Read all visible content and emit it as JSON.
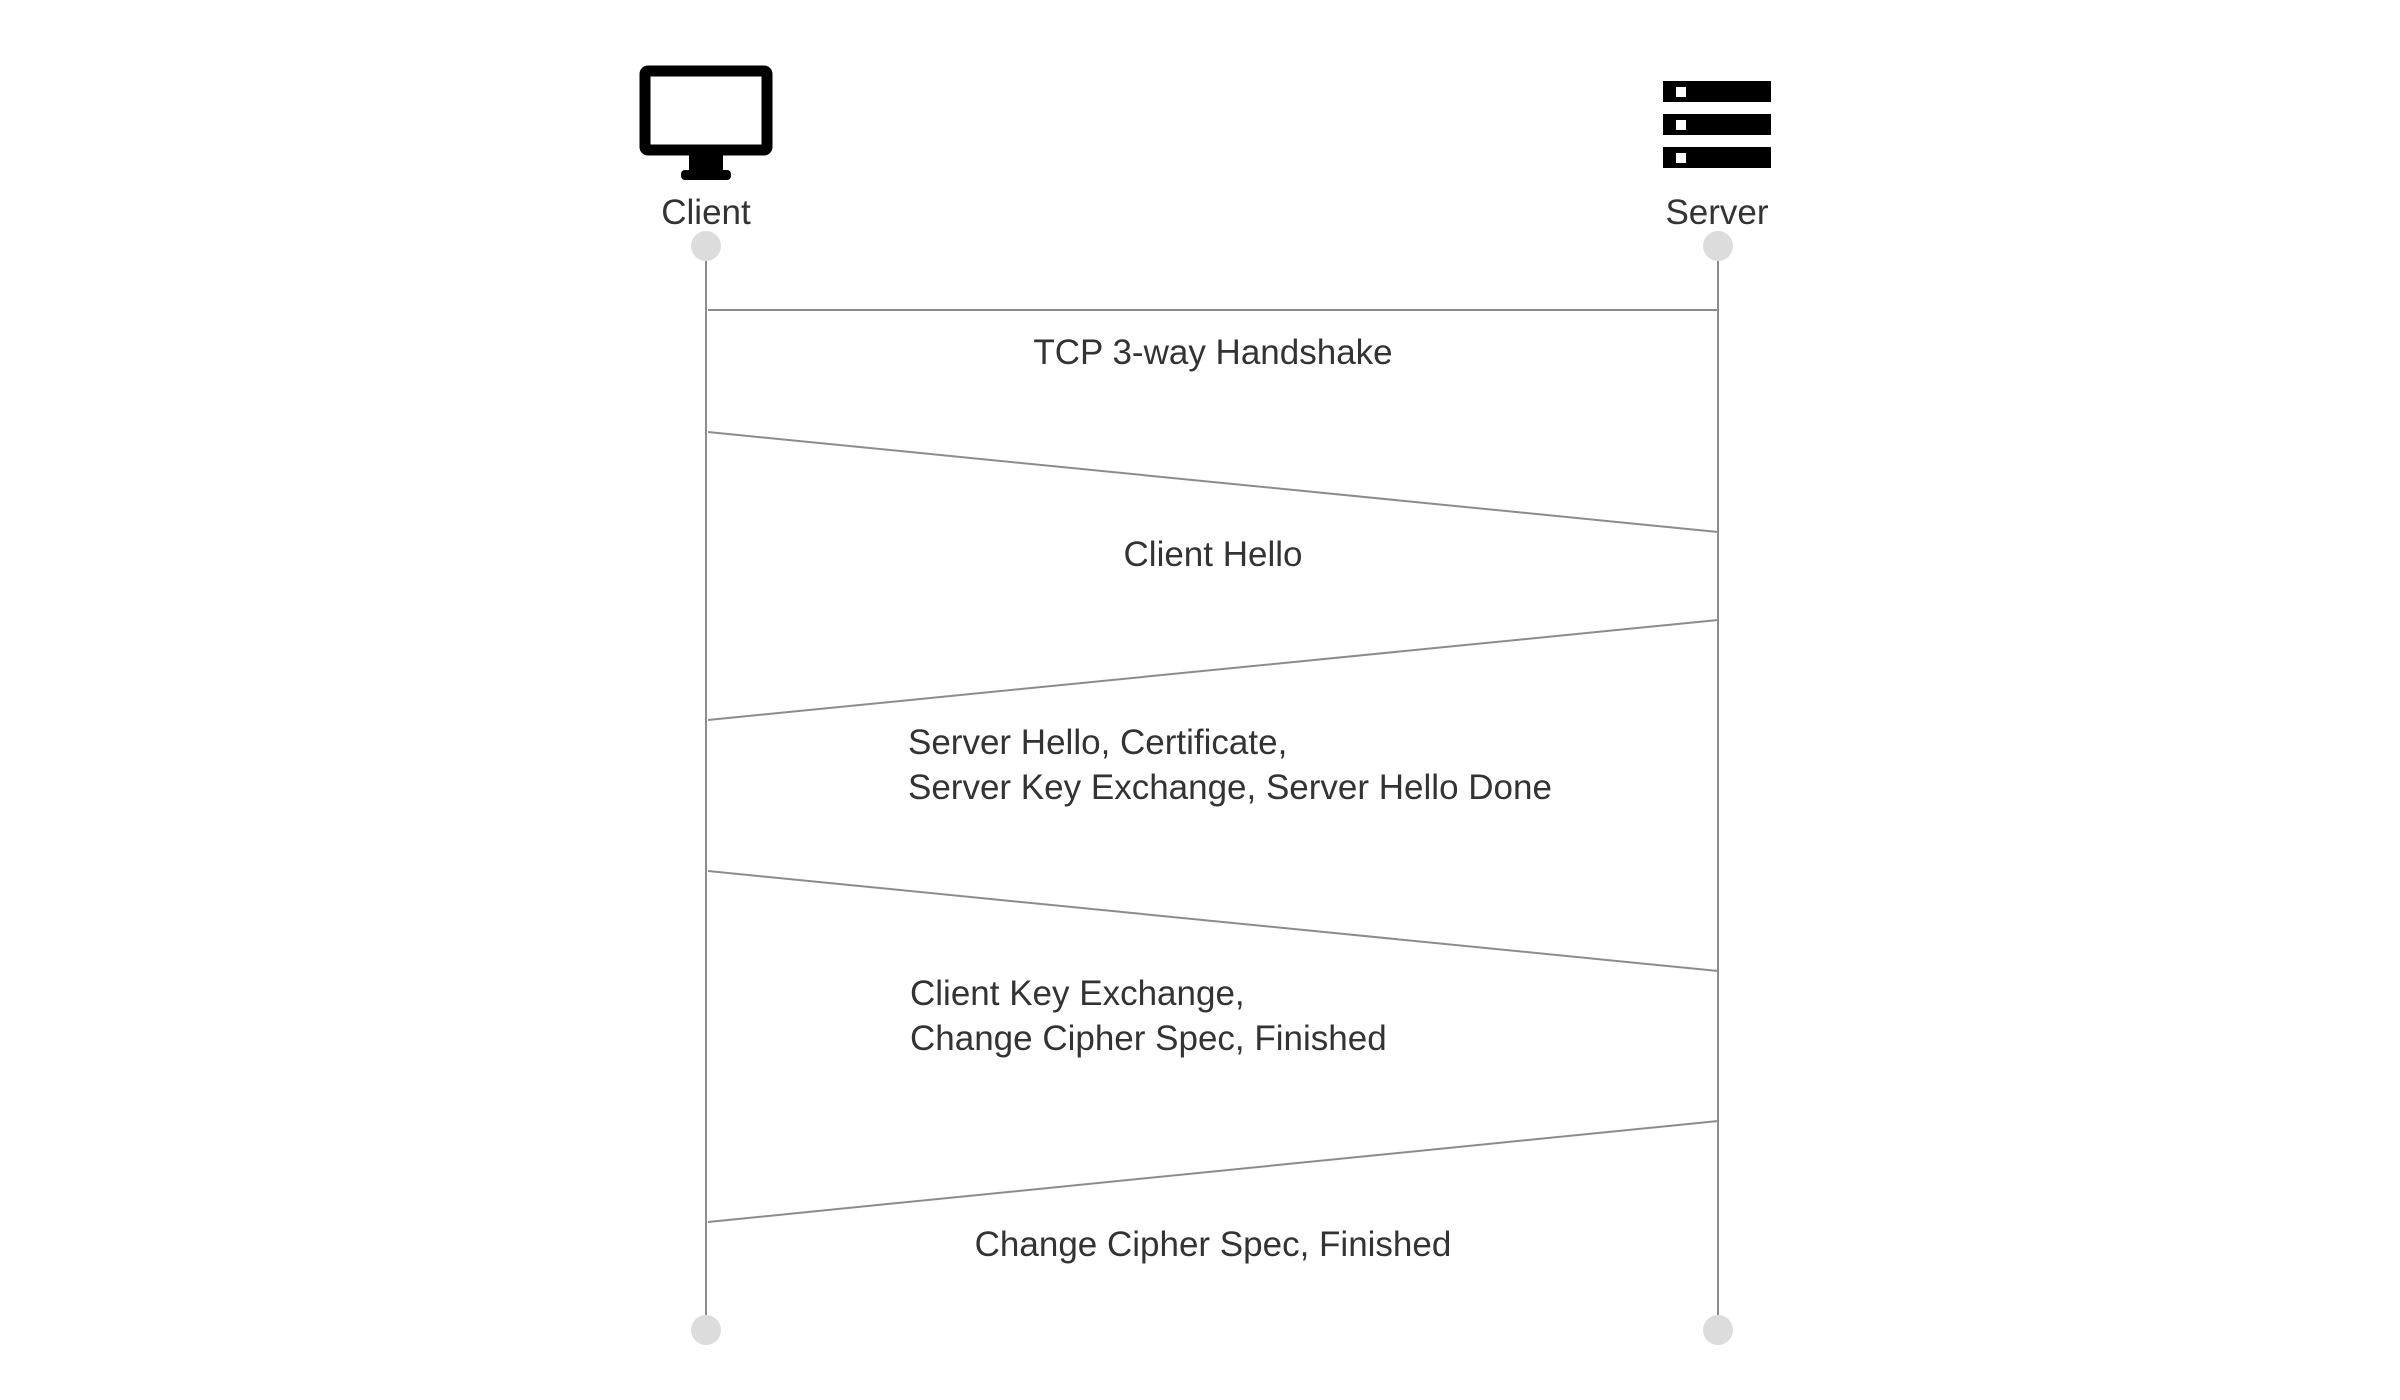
{
  "participants": {
    "client": {
      "label": "Client",
      "icon": "monitor-icon"
    },
    "server": {
      "label": "Server",
      "icon": "server-rack-icon"
    }
  },
  "messages": [
    {
      "direction": "both",
      "lines": [
        "TCP 3-way Handshake"
      ]
    },
    {
      "direction": "client-to-server",
      "lines": [
        "Client Hello"
      ]
    },
    {
      "direction": "server-to-client",
      "lines": [
        "Server Hello, Certificate,",
        "Server Key Exchange, Server Hello Done"
      ]
    },
    {
      "direction": "client-to-server",
      "lines": [
        "Client Key Exchange,",
        "Change Cipher Spec, Finished"
      ]
    },
    {
      "direction": "server-to-client",
      "lines": [
        "Change Cipher Spec, Finished"
      ]
    }
  ],
  "colors": {
    "line": "#8c8c8c",
    "dot": "#dcdcdc",
    "icon": "#000000",
    "text": "#333333"
  }
}
